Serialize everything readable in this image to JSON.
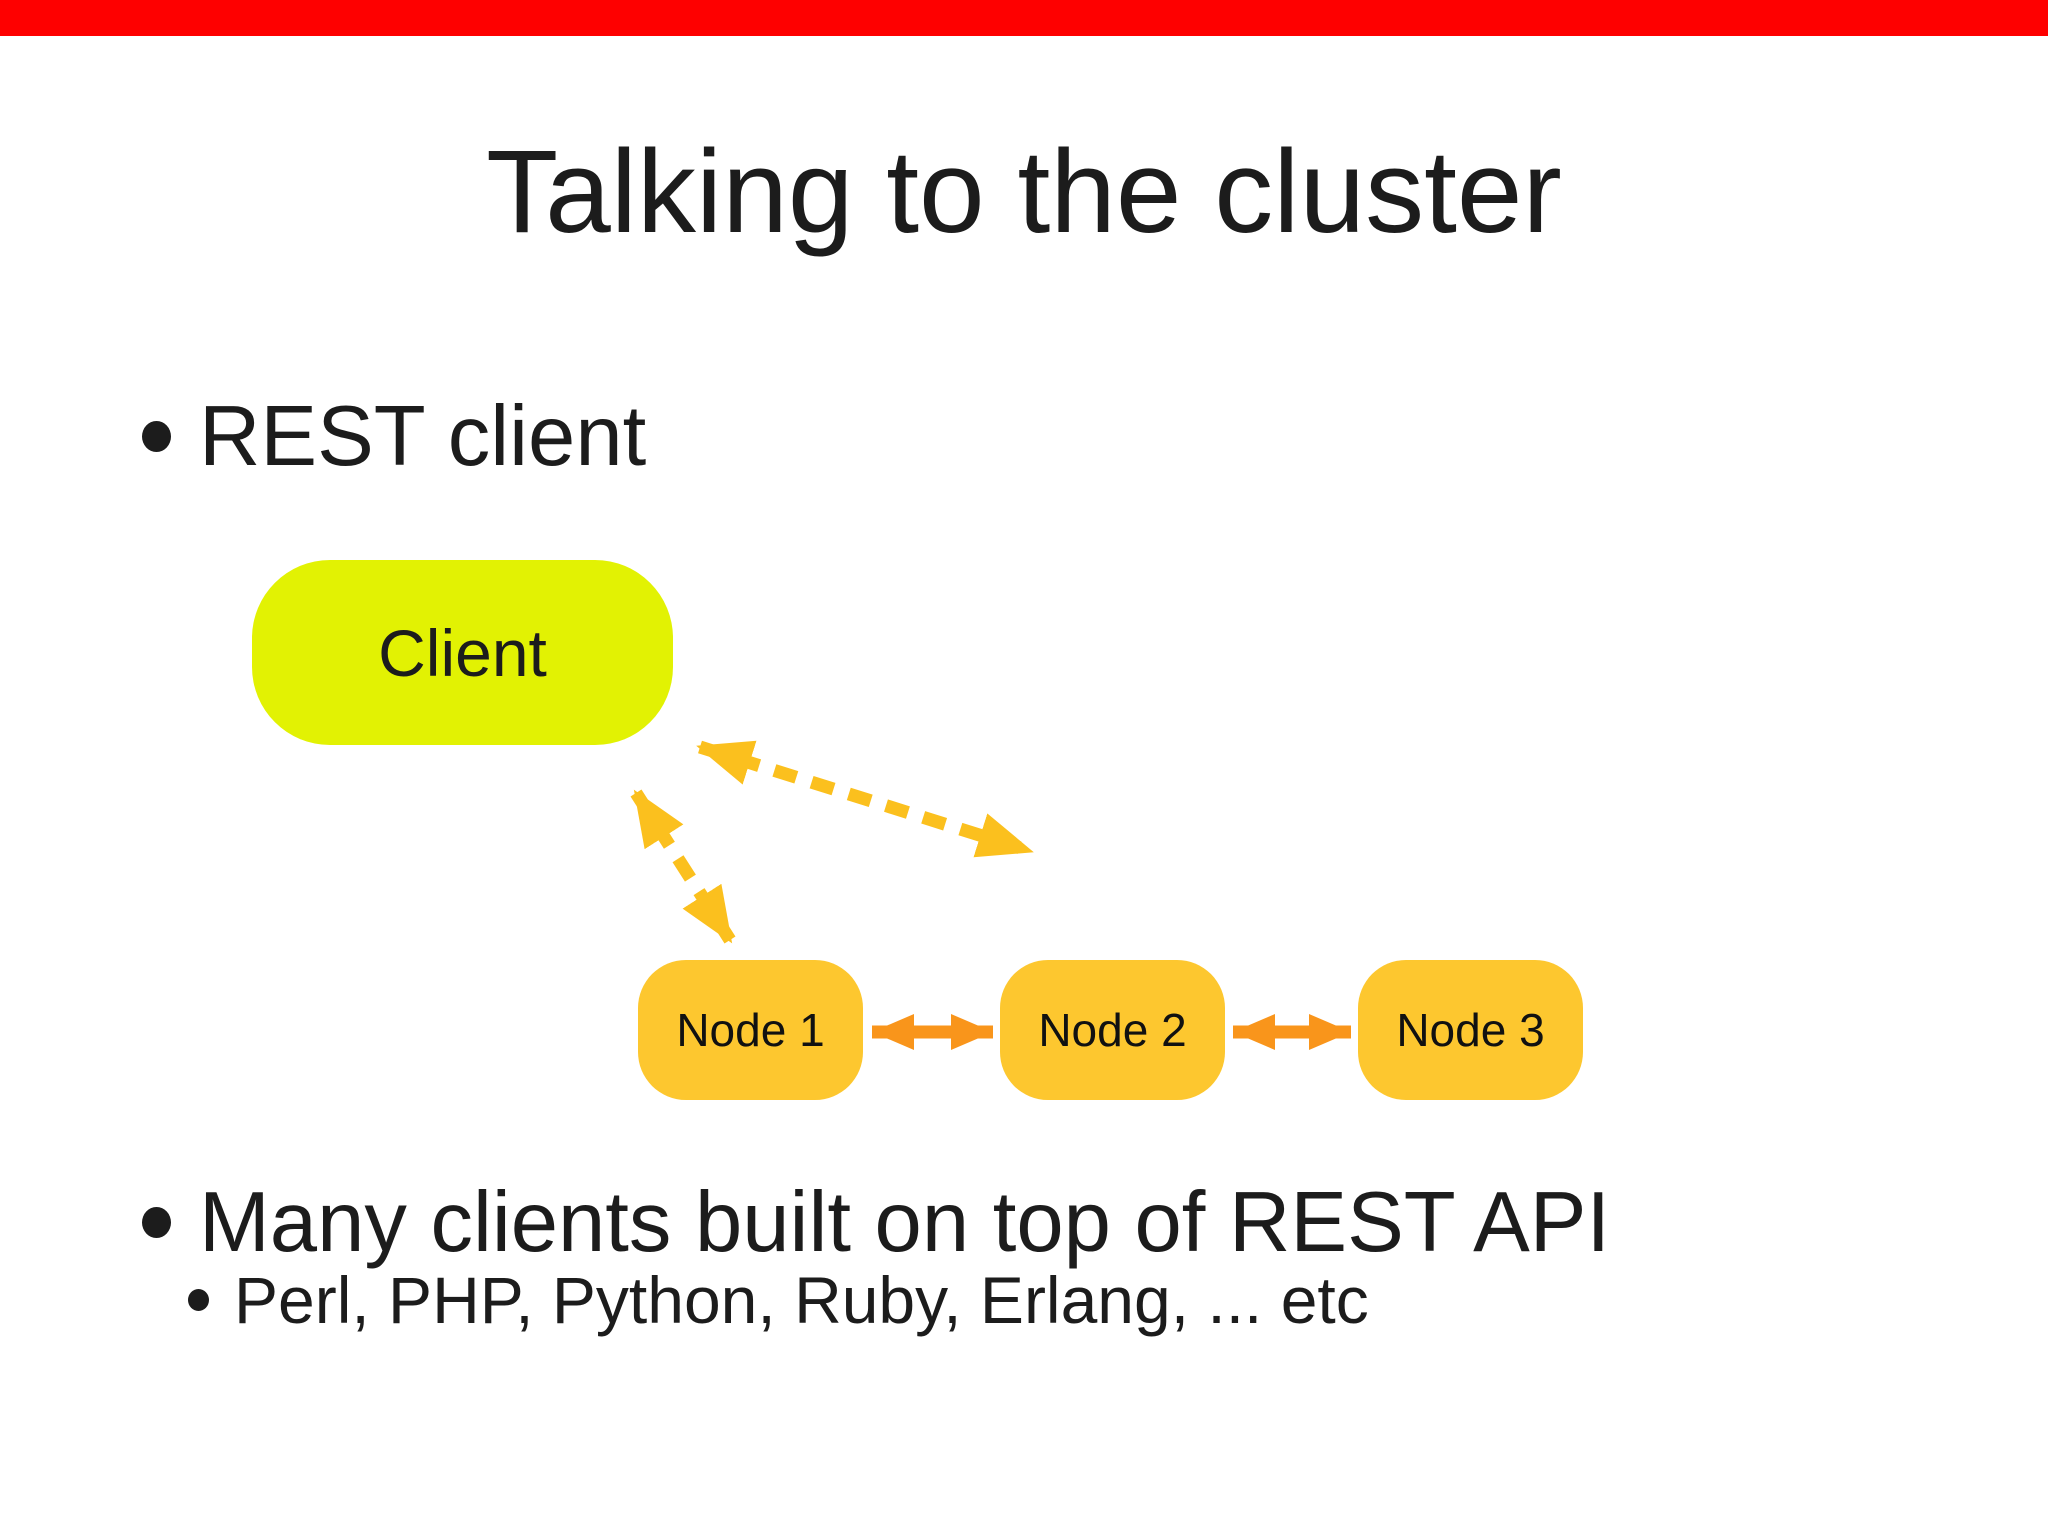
{
  "slide": {
    "title": "Talking to the cluster",
    "bullets": [
      {
        "level": 1,
        "text": "REST client"
      },
      {
        "level": 1,
        "text": "Many clients built on top of REST API"
      },
      {
        "level": 2,
        "text": "Perl, PHP, Python, Ruby, Erlang, ... etc"
      }
    ]
  },
  "diagram": {
    "client_label": "Client",
    "nodes": [
      "Node 1",
      "Node 2",
      "Node 3"
    ],
    "connections": [
      {
        "from": "Client",
        "to": "Node 1",
        "style": "dashed",
        "direction": "both"
      },
      {
        "from": "Client",
        "to": "Node 2",
        "style": "dashed",
        "direction": "both"
      },
      {
        "from": "Node 1",
        "to": "Node 2",
        "style": "solid",
        "direction": "both"
      },
      {
        "from": "Node 2",
        "to": "Node 3",
        "style": "solid",
        "direction": "both"
      }
    ]
  },
  "colors": {
    "top_bar": "#fe0000",
    "background": "#ffffff",
    "text": "#1c1c1c",
    "client_fill": "#e2f203",
    "node_fill": "#fdc72f",
    "dashed_arrow": "#fbc01e",
    "solid_arrow": "#f9951b"
  }
}
